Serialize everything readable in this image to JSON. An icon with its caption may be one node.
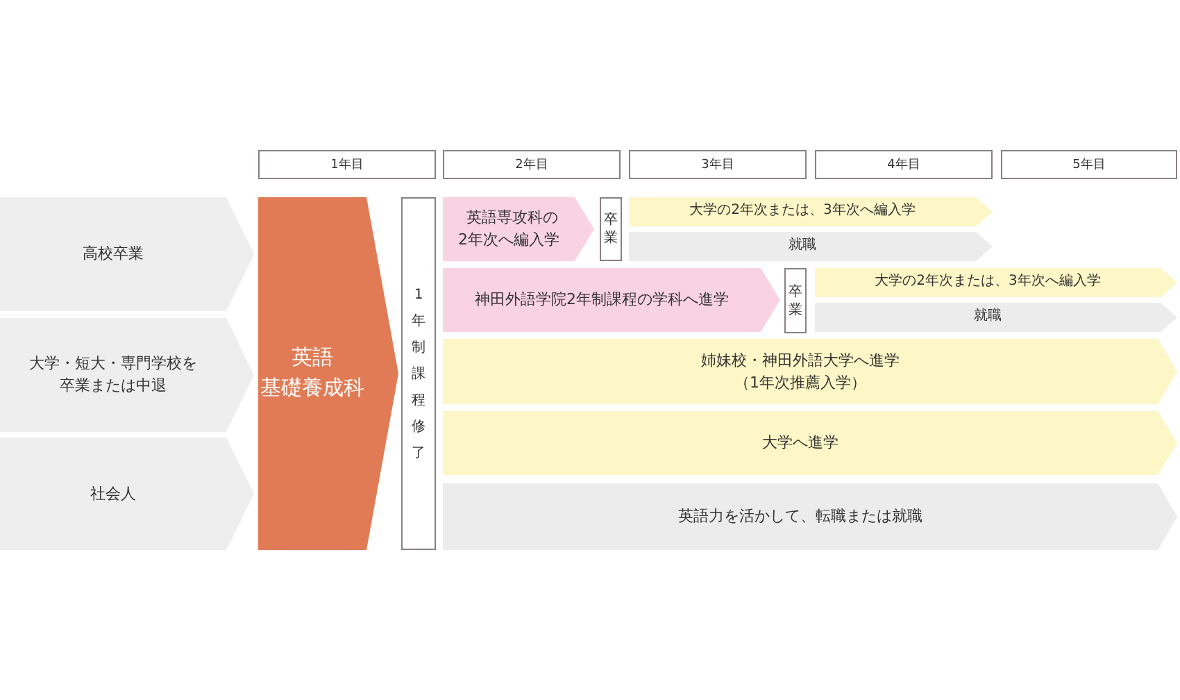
{
  "diagram": {
    "nodes": [
      {
        "text": [
          "1年目"
        ]
      },
      {
        "text": [
          "2年目"
        ]
      },
      {
        "text": [
          "3年目"
        ]
      },
      {
        "text": [
          "4年目"
        ]
      },
      {
        "text": [
          "5年目"
        ]
      },
      {
        "text": [
          "高校卒業"
        ]
      },
      {
        "text": [
          "大学・短大・専門学校を卒業または中退"
        ]
      },
      {
        "text": [
          "社会人"
        ]
      },
      {
        "text": [
          "英語",
          "基礎養成科"
        ]
      },
      {
        "text": [
          "1年制課程修了"
        ]
      },
      {
        "text": [
          "英語専攻科の2年次へ編入学"
        ]
      },
      {
        "text": [
          "卒業"
        ]
      },
      {
        "text": [
          "大学の2年次または、3年次へ編入学"
        ]
      },
      {
        "text": [
          "就職"
        ]
      },
      {
        "text": [
          "神田外語学院2年制課程の学科へ進学"
        ]
      },
      {
        "text": [
          "卒業"
        ]
      },
      {
        "text": [
          "大学の2年次または、3年次へ編入学"
        ]
      },
      {
        "text": [
          "就職"
        ]
      },
      {
        "text": [
          "姉妹校・神田外語大学へ進学",
          "（1年次推薦入学）"
        ]
      },
      {
        "text": [
          "大学へ進学"
        ]
      },
      {
        "text": [
          "英語力を活かして、転職または就職"
        ]
      }
    ]
  }
}
